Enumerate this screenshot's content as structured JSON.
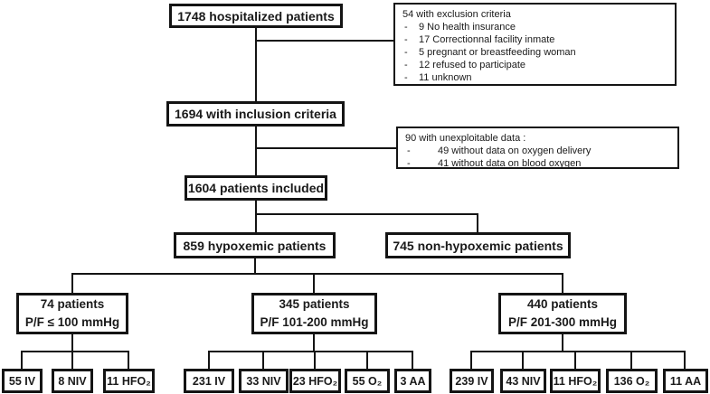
{
  "figure": {
    "background": "#ffffff",
    "line_color": "#141414",
    "text_color": "#1a1a1a"
  },
  "flow": {
    "hospitalized": {
      "label": "1748 hospitalized patients"
    },
    "exclusion": {
      "title": "54 with exclusion criteria",
      "bullet": "-",
      "items": [
        "9 No health insurance",
        "17 Correctionnal facility inmate",
        "5 pregnant or breastfeeding woman",
        "12 refused to participate",
        "11 unknown"
      ]
    },
    "inclusion": {
      "label": "1694 with inclusion criteria"
    },
    "unexploitable": {
      "title": "90 with unexploitable data :",
      "bullet": "-",
      "items": [
        "49 without data on oxygen delivery",
        "41 without data on blood oxygen"
      ]
    },
    "included": {
      "label": "1604 patients included"
    },
    "hypoxemic": {
      "label": "859 hypoxemic patients"
    },
    "non_hypoxemic": {
      "label": "745 non-hypoxemic patients"
    },
    "severe": {
      "line1": "74 patients",
      "line2": "P/F ≤ 100 mmHg"
    },
    "moderate": {
      "line1": "345 patients",
      "line2": "P/F 101-200 mmHg"
    },
    "mild": {
      "line1": "440 patients",
      "line2": "P/F 201-300 mmHg"
    },
    "severe_children": [
      {
        "label": "55 IV"
      },
      {
        "label": "8 NIV"
      },
      {
        "label": "11 HFO₂"
      }
    ],
    "moderate_children": [
      {
        "label": "231 IV"
      },
      {
        "label": "33 NIV"
      },
      {
        "label": "23 HFO₂"
      },
      {
        "label": "55 O₂"
      },
      {
        "label": "3 AA"
      }
    ],
    "mild_children": [
      {
        "label": "239 IV"
      },
      {
        "label": "43 NIV"
      },
      {
        "label": "11 HFO₂"
      },
      {
        "label": "136 O₂"
      },
      {
        "label": "11 AA"
      }
    ]
  }
}
